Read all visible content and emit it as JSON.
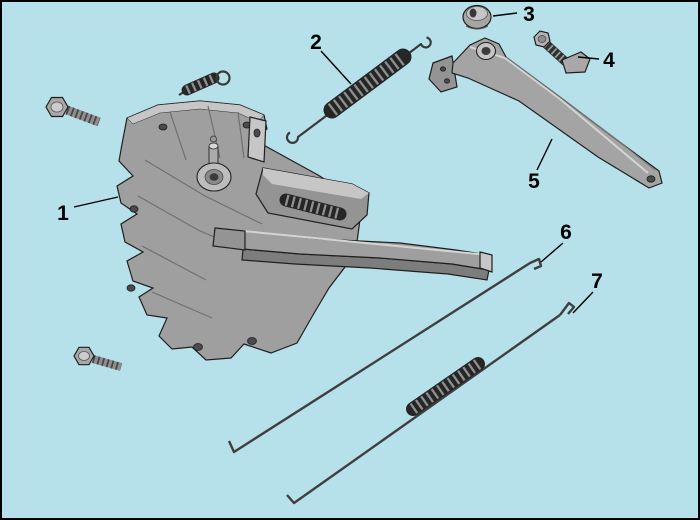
{
  "diagram": {
    "colors": {
      "background": "#b7e1ea",
      "frame": "#000000",
      "part_gray": "#9f9f9f",
      "outline": "#1f1f1f",
      "spring_dark": "#262626",
      "label_text": "#000000"
    },
    "callouts": [
      {
        "number": "1",
        "part": "mounting-bracket-assembly"
      },
      {
        "number": "2",
        "part": "extension-spring"
      },
      {
        "number": "3",
        "part": "cap"
      },
      {
        "number": "4",
        "part": "shoulder-bolt"
      },
      {
        "number": "5",
        "part": "control-arm"
      },
      {
        "number": "6",
        "part": "link-rod"
      },
      {
        "number": "7",
        "part": "rod-with-spring"
      }
    ]
  }
}
